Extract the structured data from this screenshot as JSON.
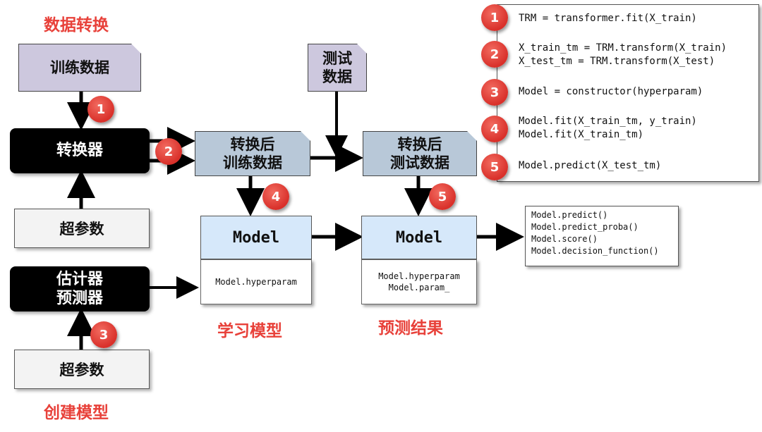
{
  "titles": {
    "data_transform": "数据转换",
    "create_model": "创建模型",
    "learn_model": "学习模型",
    "predict_result": "预测结果"
  },
  "boxes": {
    "train_data": "训练数据",
    "test_data": [
      "测试",
      "数据"
    ],
    "transformer": "转换器",
    "hyperparam": "超参数",
    "estimator": [
      "估计器",
      "预测器"
    ],
    "hyperparam2": "超参数",
    "transformed_train": [
      "转换后",
      "训练数据"
    ],
    "transformed_test": [
      "转换后",
      "测试数据"
    ],
    "model_learn": "Model",
    "model_predict": "Model"
  },
  "params": {
    "learn": [
      "Model.hyperparam"
    ],
    "predict": [
      "Model.hyperparam",
      "Model.param_"
    ]
  },
  "outputs": [
    "Model.predict()",
    "Model.predict_proba()",
    "Model.score()",
    "Model.decision_function()"
  ],
  "steps": [
    {
      "num": "1",
      "lines": [
        "TRM = transformer.fit(X_train)"
      ]
    },
    {
      "num": "2",
      "lines": [
        "X_train_tm = TRM.transform(X_train)",
        "X_test_tm = TRM.transform(X_test)"
      ]
    },
    {
      "num": "3",
      "lines": [
        "Model = constructor(hyperparam)"
      ]
    },
    {
      "num": "4",
      "lines": [
        "Model.fit(X_train_tm, y_train)",
        "Model.fit(X_train_tm)"
      ]
    },
    {
      "num": "5",
      "lines": [
        "Model.predict(X_test_tm)"
      ]
    }
  ],
  "colors": {
    "accent_red": "#e8413a",
    "model_blue": "#d6e8fa",
    "doc_purple": "#cdc8de",
    "doc_blue": "#b8c8d8"
  }
}
